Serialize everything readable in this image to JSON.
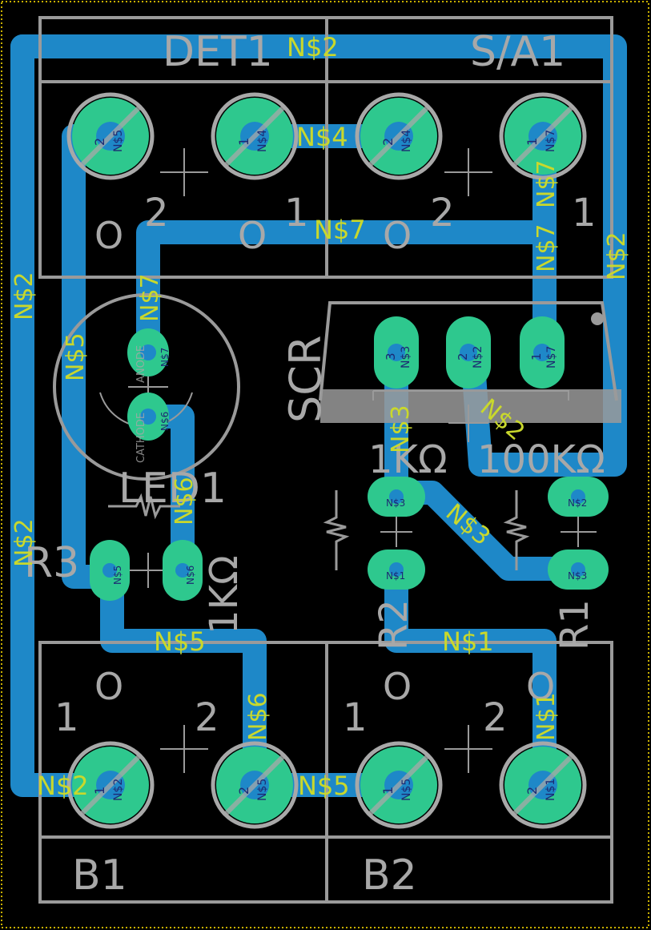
{
  "colors": {
    "background": "#000000",
    "trace": "#1e88c8",
    "pad": "#2ec88e",
    "silkscreen": "#9a9a9a",
    "net_label": "#c9d82c"
  },
  "components": {
    "det1": "DET1",
    "sa1": "S/A1",
    "b1": "B1",
    "b2": "B2",
    "scr": "SCR",
    "led1": "LED1",
    "r1": "R1",
    "r2": "R2",
    "r3": "R3",
    "r1_value": "100KΩ",
    "r2_value": "1KΩ",
    "r3_value": "1KΩ"
  },
  "led_pins": {
    "anode": "ANODE",
    "cathode": "CATHODE"
  },
  "pin_numbers": {
    "one": "1",
    "two": "2",
    "three": "3"
  },
  "nets": {
    "n1": "N$1",
    "n2": "N$2",
    "n3": "N$3",
    "n4": "N$4",
    "n5": "N$5",
    "n6": "N$6",
    "n7": "N$7"
  },
  "circle_marks": {
    "pin1_marker": "O"
  }
}
